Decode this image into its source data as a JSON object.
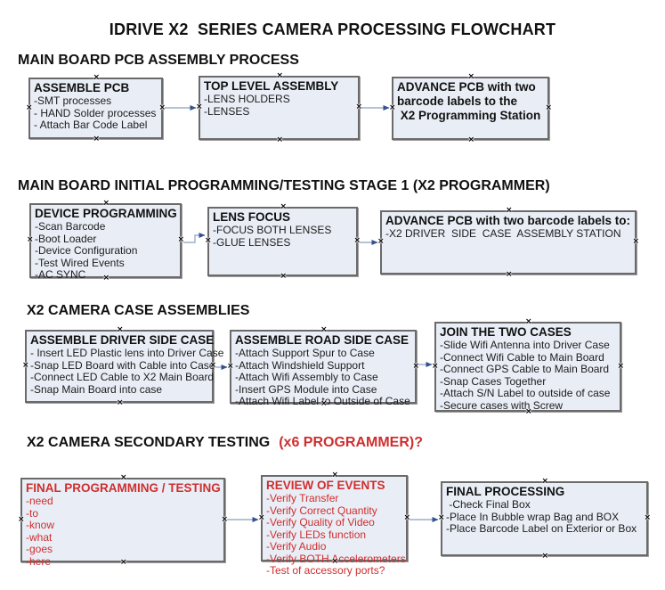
{
  "title": "IDRIVE X2  SERIES CAMERA PROCESSING FLOWCHART",
  "sections": {
    "s1": {
      "header": "MAIN BOARD PCB ASSEMBLY PROCESS"
    },
    "s2": {
      "header": "MAIN BOARD INITIAL PROGRAMMING/TESTING STAGE 1 (X2 PROGRAMMER)"
    },
    "s3": {
      "header": "X2 CAMERA CASE ASSEMBLIES"
    },
    "s4": {
      "header_black": "X2 CAMERA SECONDARY TESTING",
      "header_red": "(x6 PROGRAMMER)?"
    }
  },
  "boxes": {
    "assemble_pcb": {
      "title": "ASSEMBLE PCB",
      "items": [
        "-SMT processes",
        "- HAND Solder processes",
        "- Attach Bar Code Label"
      ]
    },
    "top_level_assembly": {
      "title": "TOP LEVEL ASSEMBLY",
      "items": [
        "-LENS HOLDERS",
        "-LENSES"
      ]
    },
    "advance_pcb_1": {
      "title_lines": [
        "ADVANCE PCB with two",
        "barcode labels to the",
        " X2 Programming Station"
      ]
    },
    "device_programming": {
      "title": "DEVICE PROGRAMMING",
      "items": [
        "-Scan Barcode",
        "-Boot Loader",
        "-Device Configuration",
        "-Test Wired Events",
        "-AC SYNC"
      ]
    },
    "lens_focus": {
      "title": "LENS FOCUS",
      "items": [
        "-FOCUS BOTH LENSES",
        "-GLUE LENSES"
      ]
    },
    "advance_pcb_2": {
      "title": "ADVANCE PCB with two barcode labels to:",
      "items": [
        "-X2 DRIVER  SIDE  CASE  ASSEMBLY STATION"
      ]
    },
    "assemble_driver_side_case": {
      "title": "ASSEMBLE DRIVER SIDE CASE",
      "items": [
        "- Insert LED Plastic lens into Driver Case",
        "-Snap LED Board with Cable into Case",
        "-Connect LED Cable to X2 Main Board",
        "-Snap Main Board into case"
      ]
    },
    "assemble_road_side_case": {
      "title": "ASSEMBLE ROAD SIDE CASE",
      "items": [
        "-Attach Support Spur to Case",
        "-Attach Windshield Support",
        "-Attach Wifi Assembly to Case",
        "-Insert GPS Module into Case",
        "-Attach Wifi Label to Outside of Case"
      ]
    },
    "join_the_two_cases": {
      "title": "JOIN THE TWO CASES",
      "items": [
        "-Slide Wifi Antenna into Driver Case",
        "-Connect Wifi Cable to Main Board",
        "-Connect GPS Cable to Main Board",
        "-Snap Cases Together",
        "-Attach S/N Label to outside of case",
        "-Secure cases with Screw"
      ]
    },
    "final_programming_testing": {
      "title": "FINAL PROGRAMMING / TESTING",
      "items": [
        "-need",
        "-to",
        "-know",
        "-what",
        "-goes",
        "-here"
      ]
    },
    "review_of_events": {
      "title": "REVIEW OF EVENTS",
      "items": [
        "-Verify Transfer",
        "-Verify Correct Quantity",
        "-Verify Quality of Video",
        "-Verify LEDs function",
        "-Verify Audio",
        "-Verify BOTH Accelerometers",
        "-Test of accessory ports?"
      ]
    },
    "final_processing": {
      "title": "FINAL PROCESSING",
      "items": [
        " -Check Final Box",
        "-Place In Bubble wrap Bag and BOX",
        "-Place Barcode Label on Exterior or Box"
      ]
    }
  },
  "colors": {
    "box_fill": "#e9eef6",
    "box_border": "#6a6a6a",
    "red_text": "#cf2e2e",
    "arrow_line": "#9bafcb",
    "arrow_head": "#33518e"
  }
}
